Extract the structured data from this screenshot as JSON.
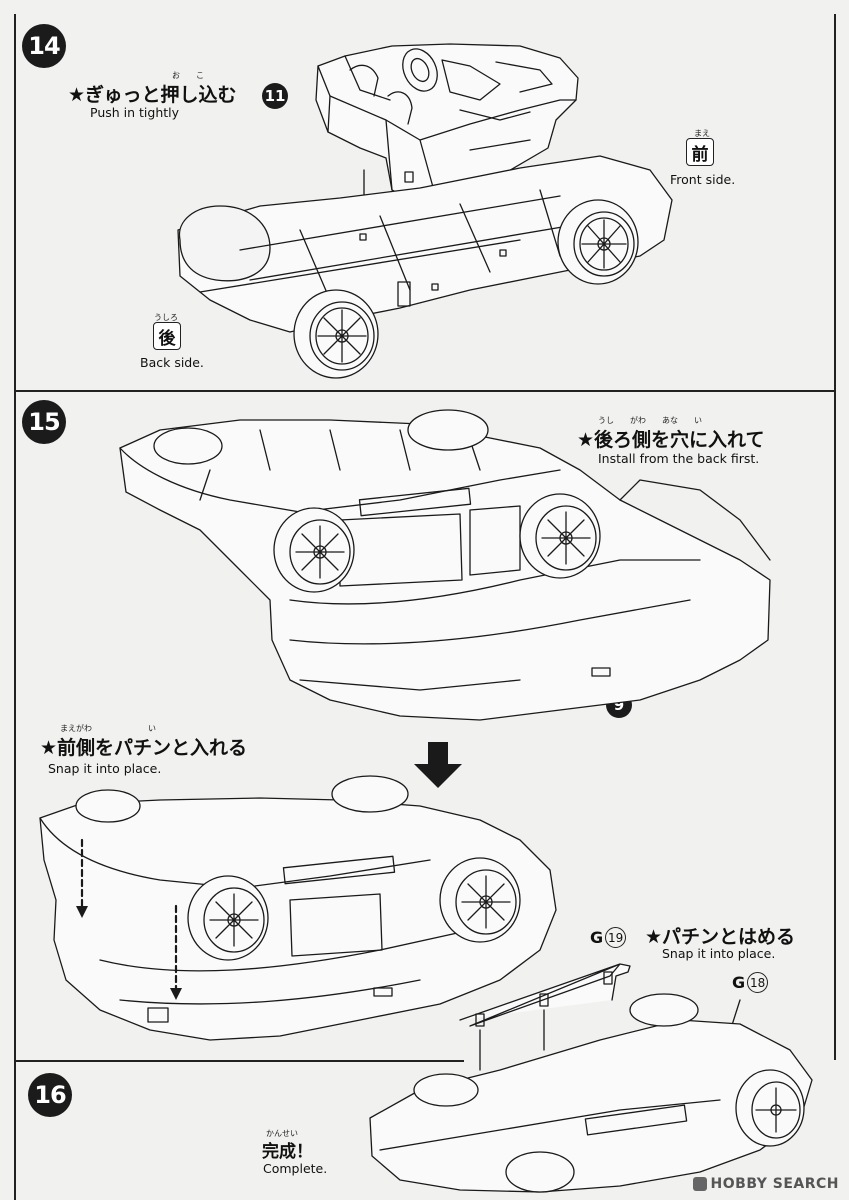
{
  "steps": {
    "s14": {
      "number": "14",
      "instruction_jp": "★ぎゅっと押し込む",
      "instruction_ruby": "お　　こ",
      "instruction_en": "Push in tightly",
      "part_ref": "11",
      "front_kanji": "前",
      "front_ruby": "まえ",
      "front_label": "Front side.",
      "back_kanji": "後",
      "back_ruby": "うしろ",
      "back_label": "Back side."
    },
    "s15": {
      "number": "15",
      "instruction1_jp": "★後ろ側を穴に入れて",
      "instruction1_ruby": "うし　　がわ　　あな　　い",
      "instruction1_en": "Install from the back first.",
      "part_ref": "9",
      "instruction2_jp": "★前側をパチンと入れる",
      "instruction2_ruby": "まえがわ　　　　　　　い",
      "instruction2_en": "Snap it into place.",
      "instruction3_jp": "★パチンとはめる",
      "instruction3_en": "Snap it into place.",
      "part_g19_letter": "G",
      "part_g19_num": "19",
      "part_g18_letter": "G",
      "part_g18_num": "18"
    },
    "s16": {
      "number": "16",
      "complete_jp": "完成！",
      "complete_ruby": "かんせい",
      "complete_en": "Complete."
    }
  },
  "watermark": "HOBBY SEARCH"
}
